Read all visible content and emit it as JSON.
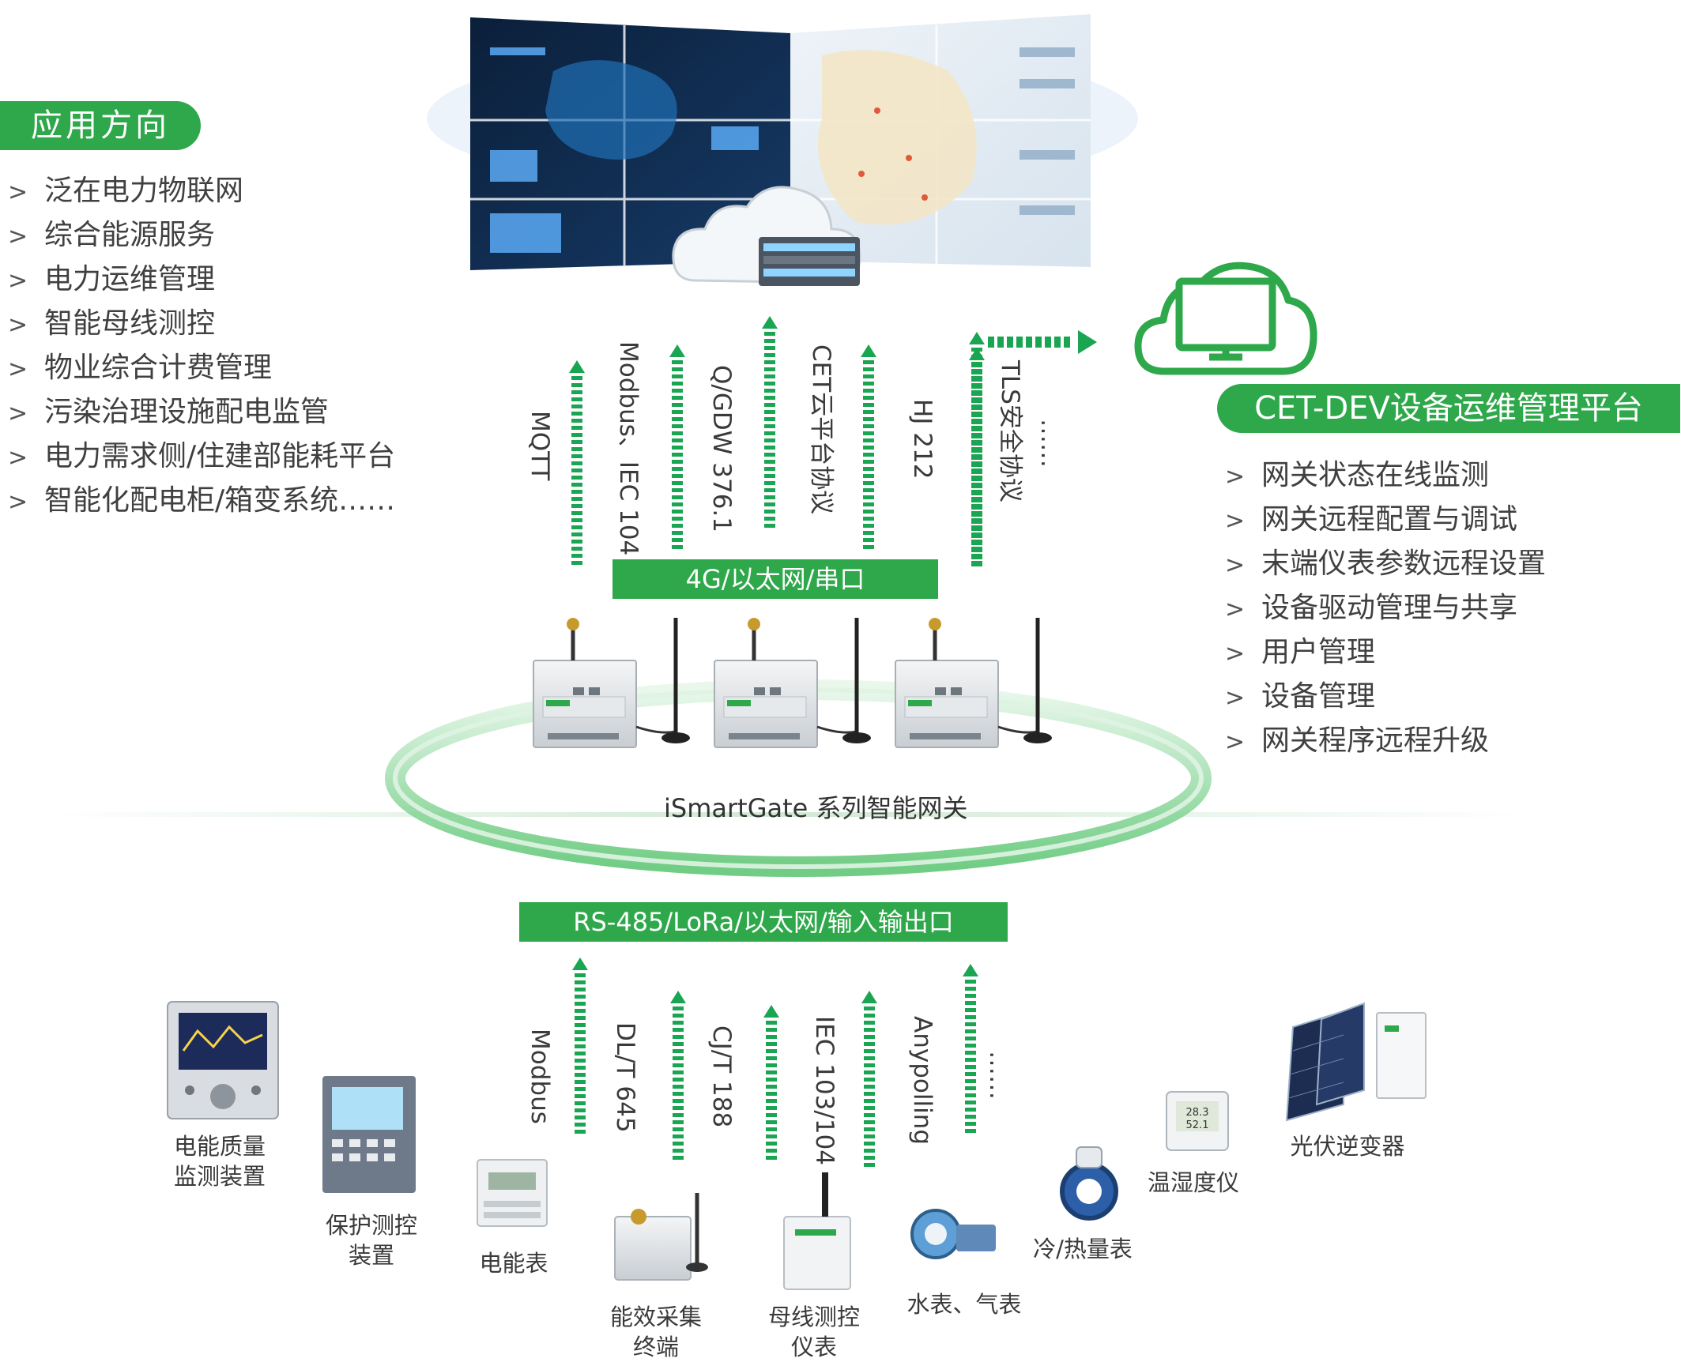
{
  "left_panel": {
    "title": "应用方向",
    "items": [
      "泛在电力物联网",
      "综合能源服务",
      "电力运维管理",
      "智能母线测控",
      "物业综合计费管理",
      "污染治理设施配电监管",
      "电力需求侧/住建部能耗平台",
      "智能化配电柜/箱变系统……"
    ]
  },
  "right_panel": {
    "title": "CET-DEV设备运维管理平台",
    "items": [
      "网关状态在线监测",
      "网关远程配置与调试",
      "末端仪表参数远程设置",
      "设备驱动管理与共享",
      "用户管理",
      "设备管理",
      "网关程序远程升级"
    ]
  },
  "chevron": ">",
  "upper_link": {
    "label": "4G/以太网/串口"
  },
  "upper_protocols": [
    "MQTT",
    "Modbus、IEC 104",
    "Q/GDW 376.1",
    "CET云平台协议",
    "HJ 212",
    "TLS安全协议",
    "……"
  ],
  "gateway": {
    "label": "iSmartGate 系列智能网关"
  },
  "lower_link": {
    "label": "RS-485/LoRa/以太网/输入输出口"
  },
  "lower_protocols": [
    "Modbus",
    "DL/T 645",
    "CJ/T 188",
    "IEC 103/104",
    "Anypolling",
    "……"
  ],
  "devices": [
    {
      "line1": "电能质量",
      "line2": "监测装置"
    },
    {
      "line1": "保护测控",
      "line2": "装置"
    },
    {
      "line1": "电能表",
      "line2": ""
    },
    {
      "line1": "能效采集",
      "line2": "终端"
    },
    {
      "line1": "母线测控",
      "line2": "仪表"
    },
    {
      "line1": "水表、气表",
      "line2": ""
    },
    {
      "line1": "冷/热量表",
      "line2": ""
    },
    {
      "line1": "温湿度仪",
      "line2": ""
    },
    {
      "line1": "光伏逆变器",
      "line2": ""
    }
  ],
  "colors": {
    "accent": "#2ea84a",
    "arrow": "#1aa552",
    "text": "#3a3a3a"
  },
  "icons": [
    "cloud-server-icon",
    "cloud-monitor-icon",
    "gateway-device-icon",
    "antenna-icon"
  ]
}
